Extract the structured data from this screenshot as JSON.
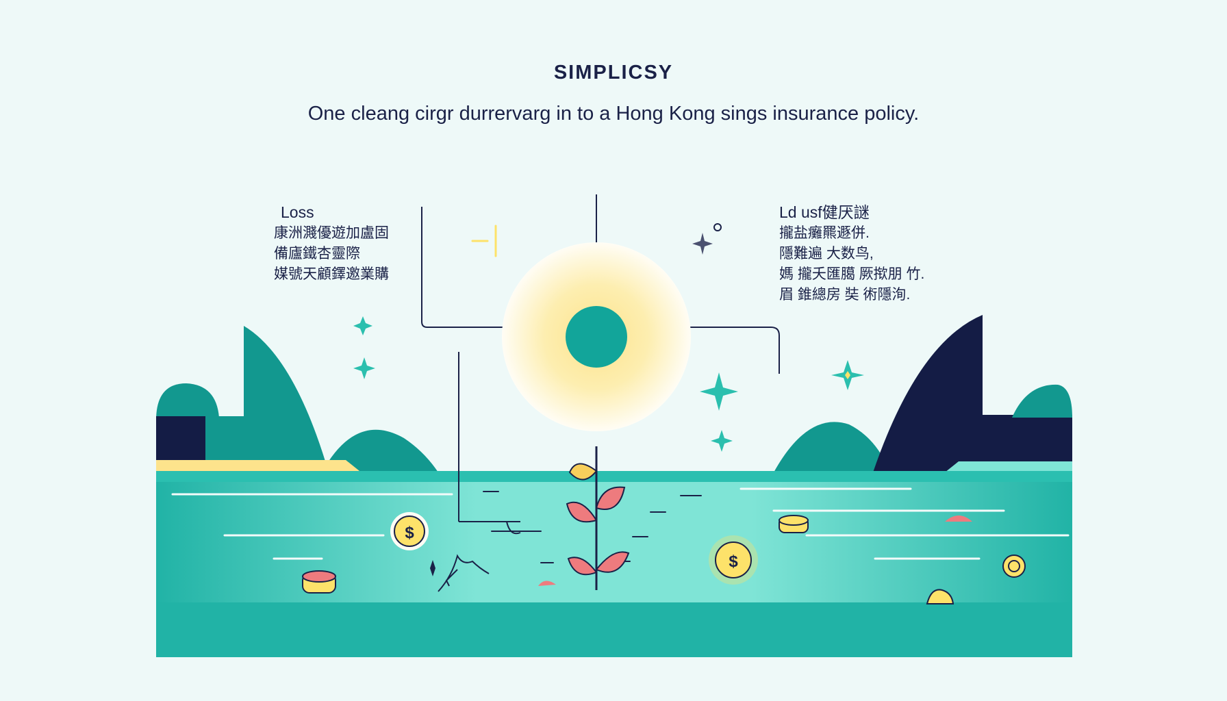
{
  "heading": "SIMPLICSY",
  "subheading": "One cleang cirgr durrervarg in to a Hong Kong  sings insurance policy.",
  "left_panel": {
    "label": "Loss",
    "lines": [
      "康洲濺優遊加盧固",
      "備廬鐵杏靈際",
      "媒號天顧鐸邀業購"
    ]
  },
  "right_panel": {
    "label": "Ld usf健厌謎",
    "lines": [
      "攏盐癱羆遯併.",
      "隱難遍 大数鸟,",
      "媽 攏夭匯臈 厥揿朋 竹.",
      "眉 錐總房 奘 術隱洵."
    ]
  },
  "palette": {
    "background": "#eef9f8",
    "teal_dark": "#12988f",
    "teal_water": "#2fbfae",
    "teal_light": "#7fe4d6",
    "navy": "#141c45",
    "sun_yellow": "#fde38c",
    "coin_yellow": "#fde26a",
    "leaf_pink": "#ee7b7e",
    "leaf_yellow": "#f7cf5c"
  },
  "icons": [
    "sun-icon",
    "sapling-icon",
    "dollar-coin-icon",
    "sparkle-icon",
    "coin-stack-icon"
  ]
}
